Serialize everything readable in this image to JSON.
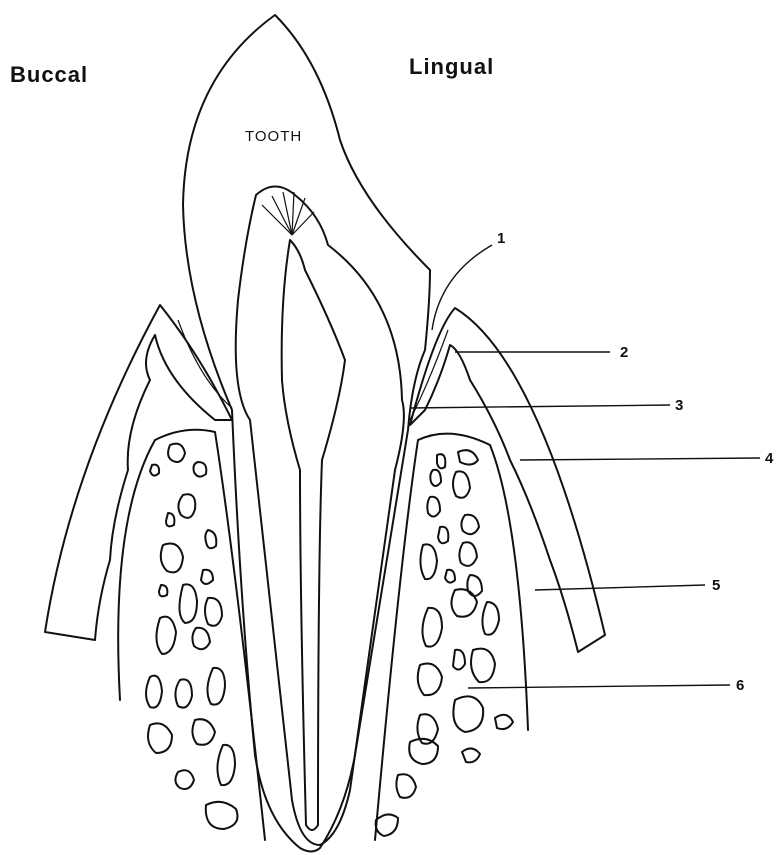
{
  "labels": {
    "buccal": "Buccal",
    "lingual": "Lingual",
    "tooth": "TOOTH"
  },
  "callouts": [
    "1",
    "2",
    "3",
    "4",
    "5",
    "6"
  ],
  "colors": {
    "ink": "#111111",
    "background": "#ffffff",
    "stipple": "#555555"
  }
}
